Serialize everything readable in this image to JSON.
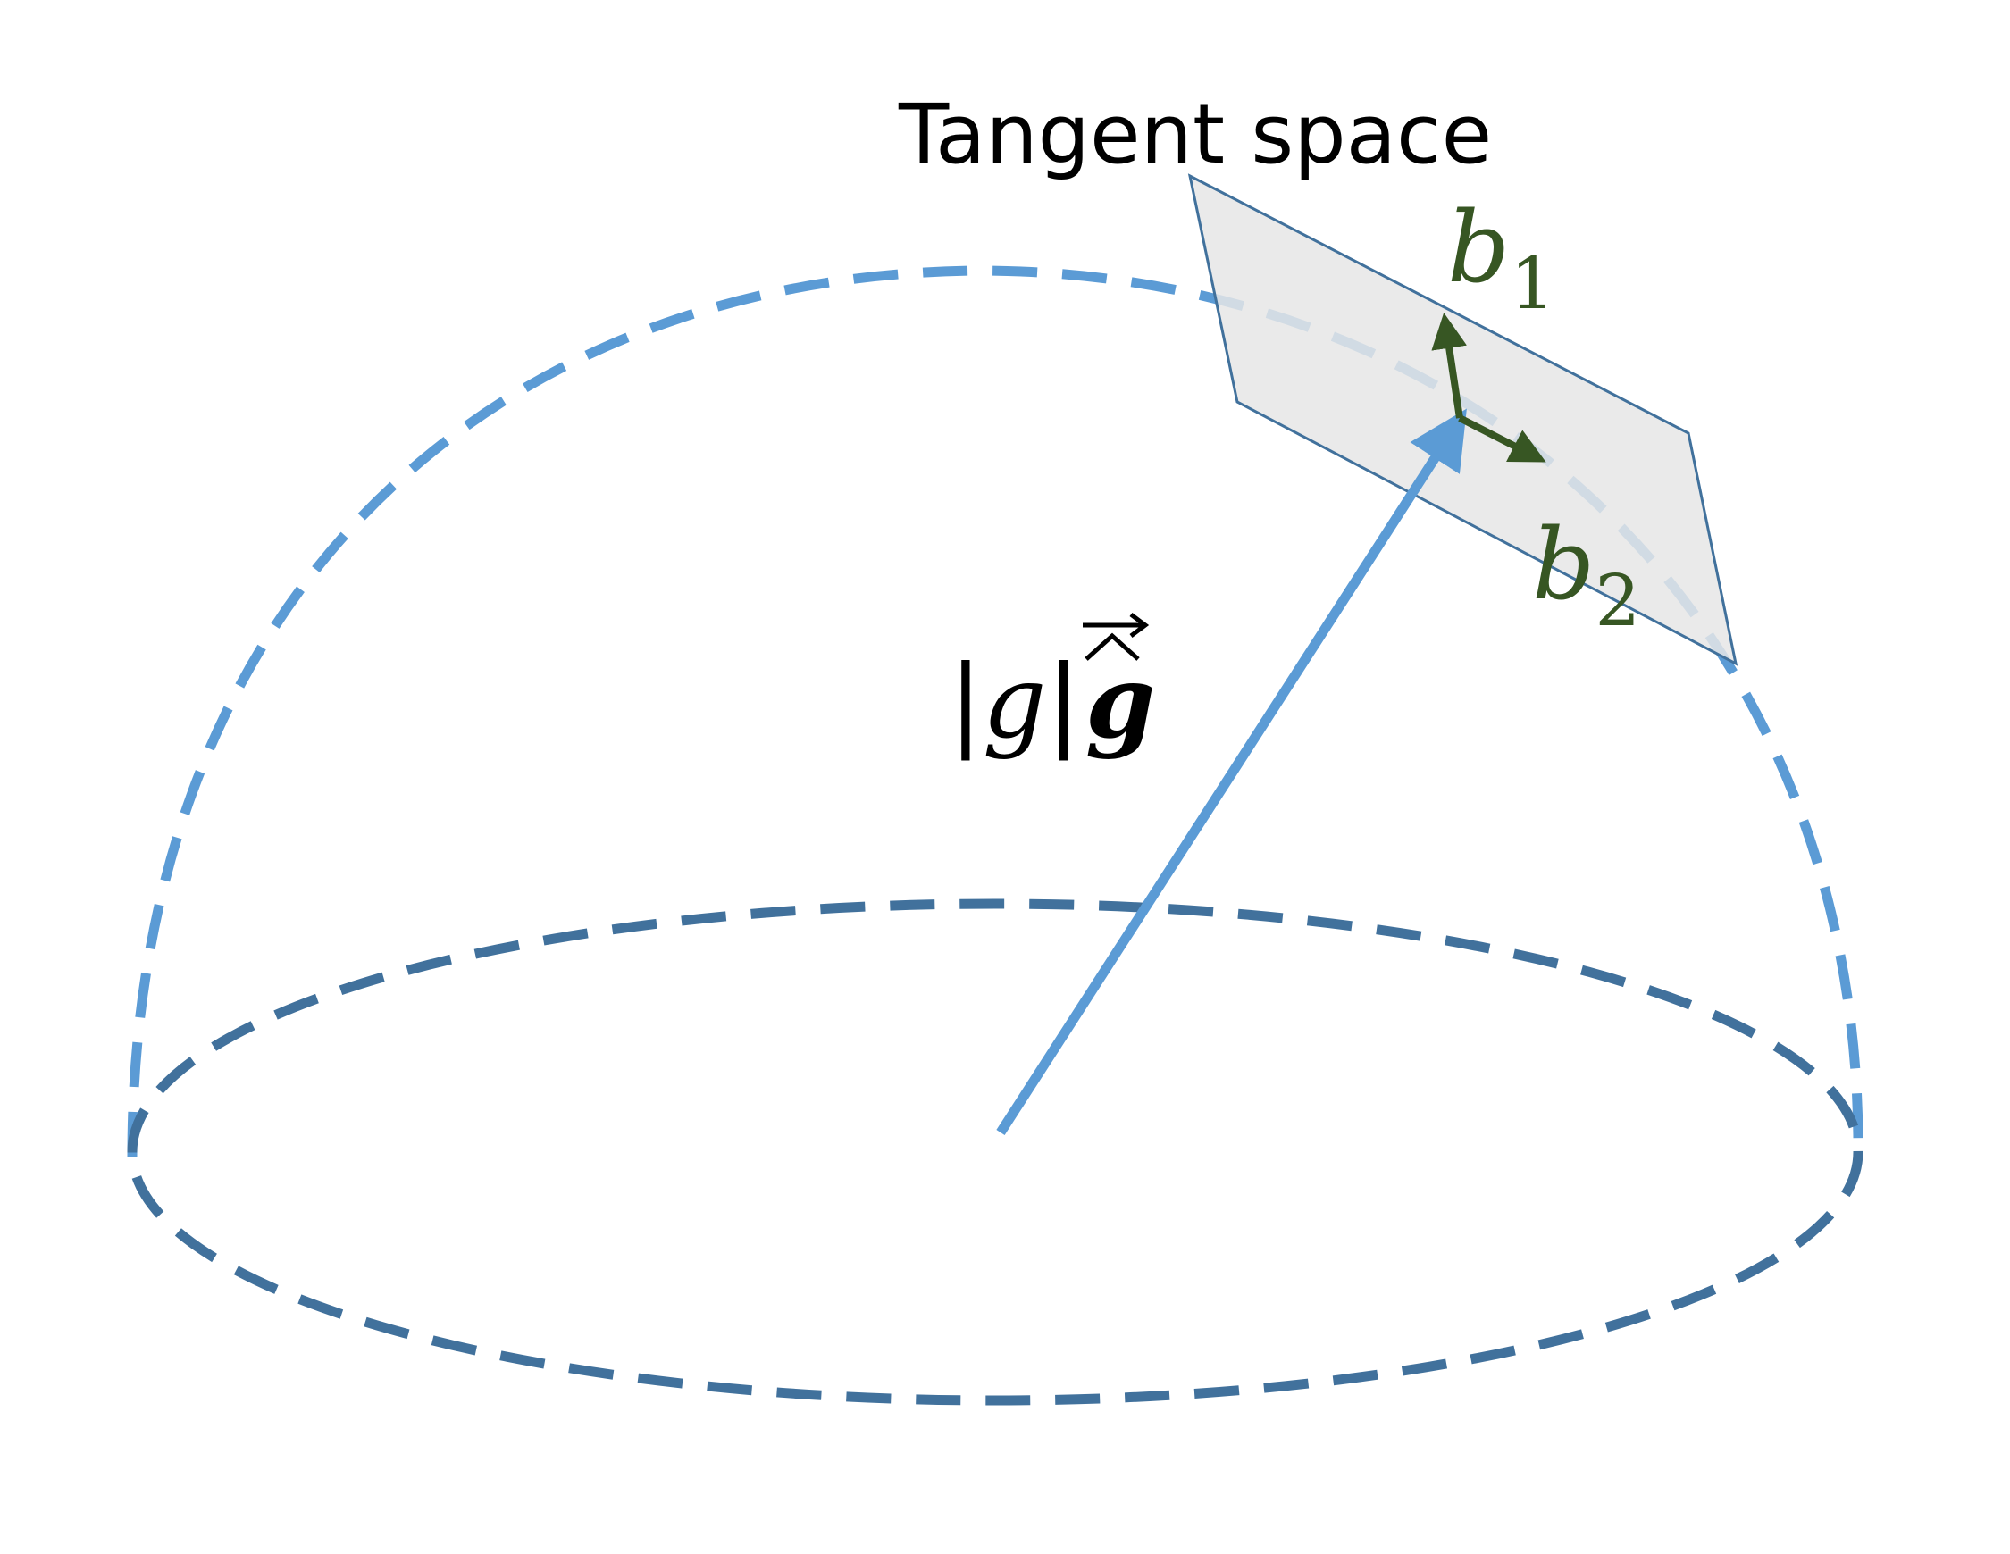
{
  "labels": {
    "tangent_space": "Tangent space",
    "basis_1_base": "b",
    "basis_1_sub": "1",
    "basis_2_base": "b",
    "basis_2_sub": "2",
    "vector_abs_left": "|",
    "vector_g": "g",
    "vector_abs_right": "|",
    "vector_g_hat": "g"
  },
  "colors": {
    "dome_outline": "#5B9BD5",
    "base_ellipse": "#41719C",
    "gradient_arrow": "#5B9BD5",
    "basis_arrows": "#375623",
    "basis_labels": "#375623",
    "plane_fill": "#E6E6E6",
    "plane_stroke": "#41719C",
    "text": "#000000"
  }
}
